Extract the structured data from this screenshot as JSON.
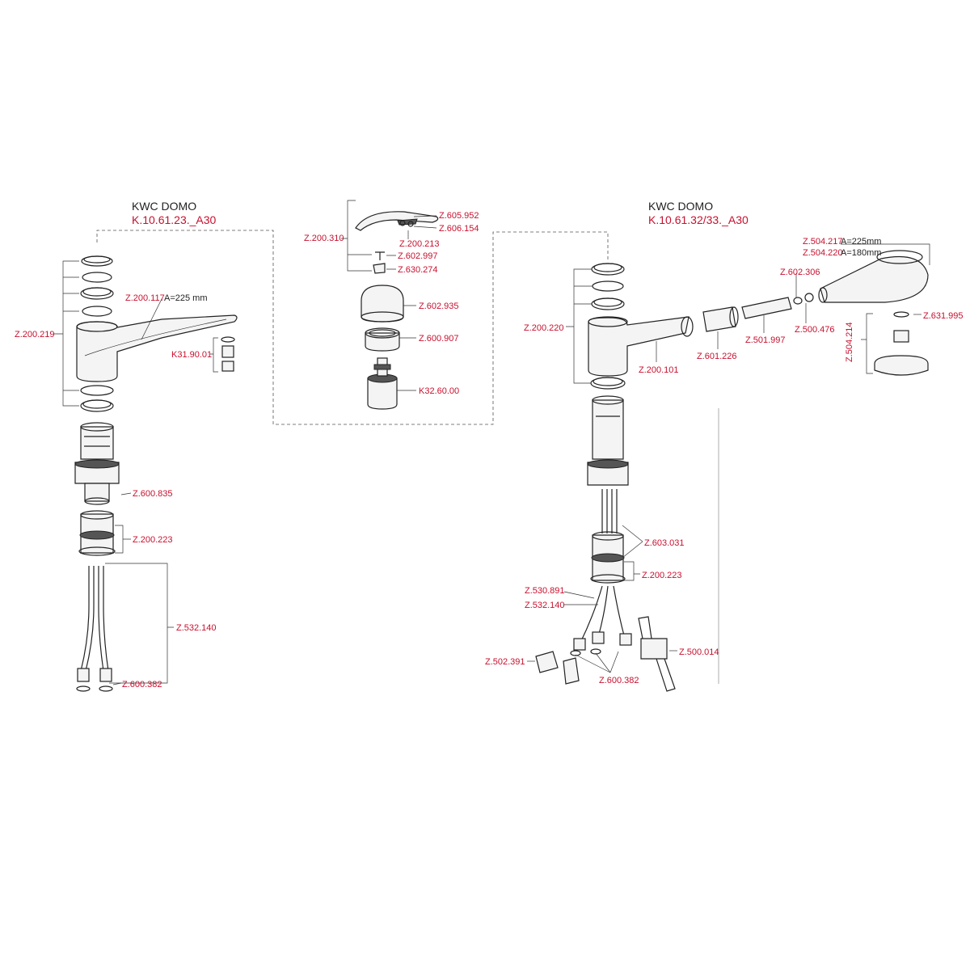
{
  "colors": {
    "label": "#c8102e",
    "title": "#222222",
    "line": "#222222"
  },
  "left": {
    "title": "KWC DOMO",
    "model": "K.10.61.23._A30",
    "labels": {
      "p200219": "Z.200.219",
      "p200117": "Z.200.117",
      "spoutLength": "A=225 mm",
      "k319001": "K31.90.01",
      "p600835": "Z.600.835",
      "p200223": "Z.200.223",
      "p532140": "Z.532.140",
      "p600382": "Z.600.382"
    }
  },
  "center": {
    "labels": {
      "p200310": "Z.200.310",
      "p605952": "Z.605.952",
      "p606154": "Z.606.154",
      "p200213": "Z.200.213",
      "p602997": "Z.602.997",
      "p630274": "Z.630.274",
      "p602935": "Z.602.935",
      "p600907": "Z.600.907",
      "k326000": "K32.60.00"
    }
  },
  "right": {
    "title": "KWC DOMO",
    "model": "K.10.61.32/33._A30",
    "labels": {
      "p504217": "Z.504.217",
      "lenA225": "A=225mm",
      "p504220": "Z.504.220",
      "lenA180": "A=180mm",
      "p602306": "Z.602.306",
      "p500476": "Z.500.476",
      "p501997": "Z.501.997",
      "p601226": "Z.601.226",
      "p200220": "Z.200.220",
      "p200101": "Z.200.101",
      "p631995": "Z.631.995",
      "p504214": "Z.504.214",
      "p603031": "Z.603.031",
      "p200223": "Z.200.223",
      "p530891": "Z.530.891",
      "p532140": "Z.532.140",
      "p500014": "Z.500.014",
      "p502391": "Z.502.391",
      "p600382": "Z.600.382"
    }
  }
}
